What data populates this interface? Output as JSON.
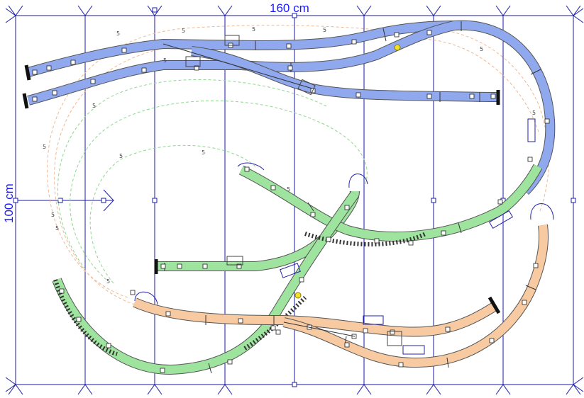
{
  "dimensions": {
    "width_label": "160 cm",
    "height_label": "100 cm"
  },
  "tracks": {
    "blue": {
      "color": "#8fa8ee",
      "name": ""
    },
    "green": {
      "color": "#9ee49e",
      "name": ""
    },
    "orange": {
      "color": "#f8caa2",
      "name": ""
    }
  },
  "guide_colors": {
    "green": "#8fd68f",
    "orange": "#f0b890"
  },
  "grid_color": "#1a1aaa",
  "label_color": "#1a1aff",
  "sensor_color": "#f2e22a",
  "track_piece_label": "5"
}
